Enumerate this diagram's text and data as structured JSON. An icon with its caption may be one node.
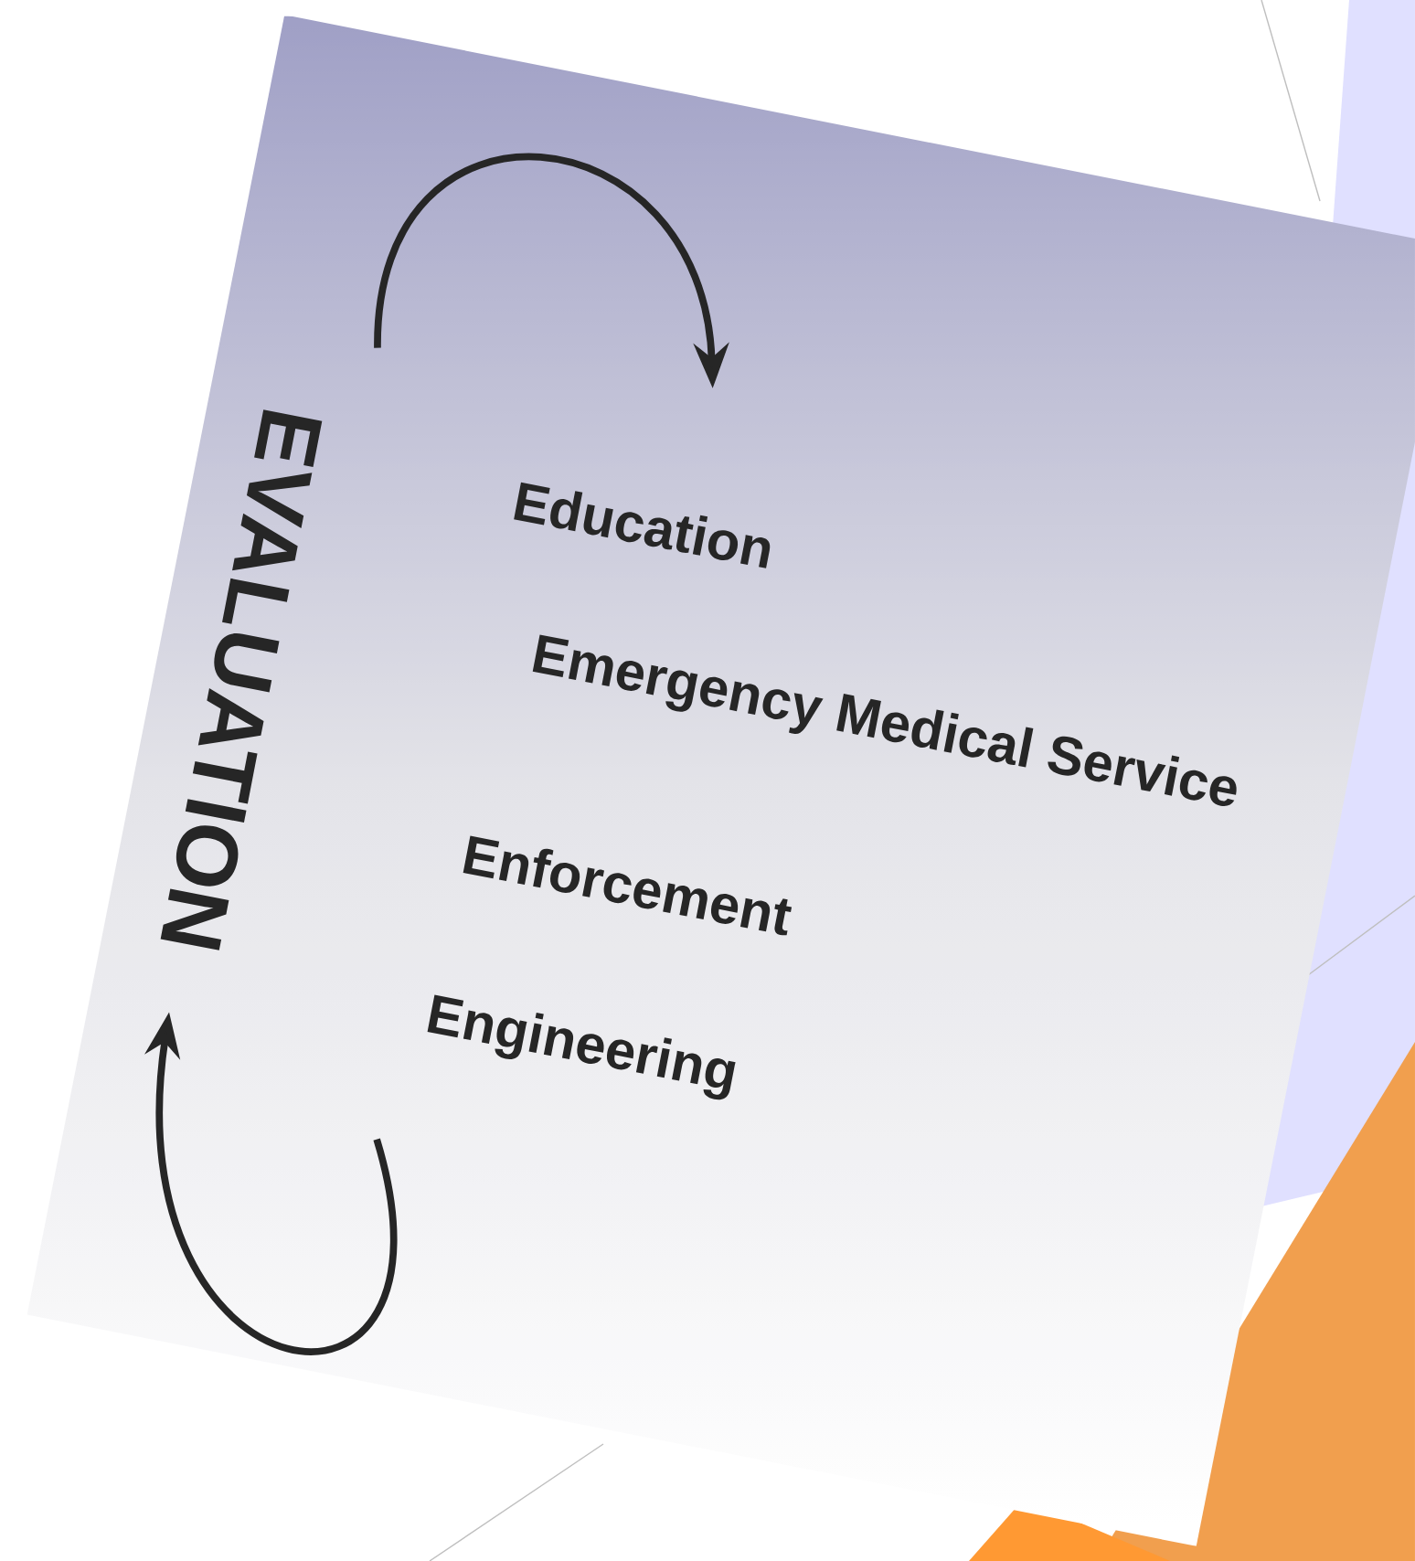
{
  "diagram": {
    "nodes": [
      {
        "text": [
          "EVALUATION"
        ]
      },
      {
        "text": [
          "Education"
        ]
      },
      {
        "text": [
          "Emergency Medical Service"
        ]
      },
      {
        "text": [
          "Enforcement"
        ]
      },
      {
        "text": [
          "Engineering"
        ]
      }
    ],
    "edges": [
      {
        "from": 0,
        "to": 1,
        "arrow": "to"
      },
      {
        "from": 4,
        "to": 0,
        "arrow": "to"
      }
    ]
  }
}
